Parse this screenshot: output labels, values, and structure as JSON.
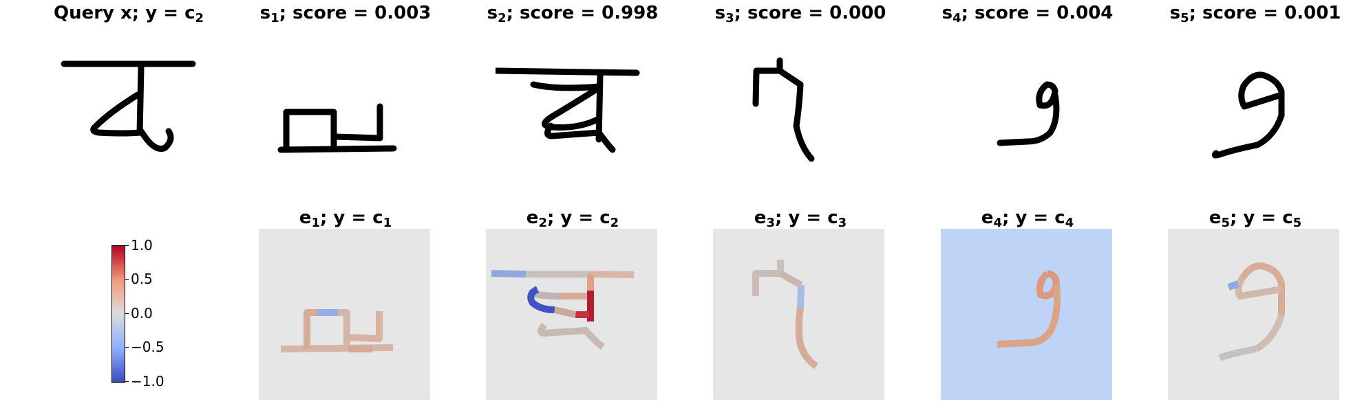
{
  "query": {
    "letter": "Query x",
    "cls": "2"
  },
  "samples": [
    {
      "idx": "1",
      "score": "0.003"
    },
    {
      "idx": "2",
      "score": "0.998"
    },
    {
      "idx": "3",
      "score": "0.000"
    },
    {
      "idx": "4",
      "score": "0.004"
    },
    {
      "idx": "5",
      "score": "0.001"
    }
  ],
  "explanations": [
    {
      "idx": "1",
      "cls": "1"
    },
    {
      "idx": "2",
      "cls": "2"
    },
    {
      "idx": "3",
      "cls": "3"
    },
    {
      "idx": "4",
      "cls": "4"
    },
    {
      "idx": "5",
      "cls": "5"
    }
  ],
  "colorbar": {
    "ticks": [
      "1.0",
      "0.5",
      "0.0",
      "−0.5",
      "−1.0"
    ],
    "colormap": "coolwarm",
    "range": [
      -1.0,
      1.0
    ]
  },
  "colors": {
    "neutral": "#e6e6e6",
    "positive": "#b40426",
    "negative": "#3b4cc0",
    "light_blue": "#bfd3f6"
  }
}
